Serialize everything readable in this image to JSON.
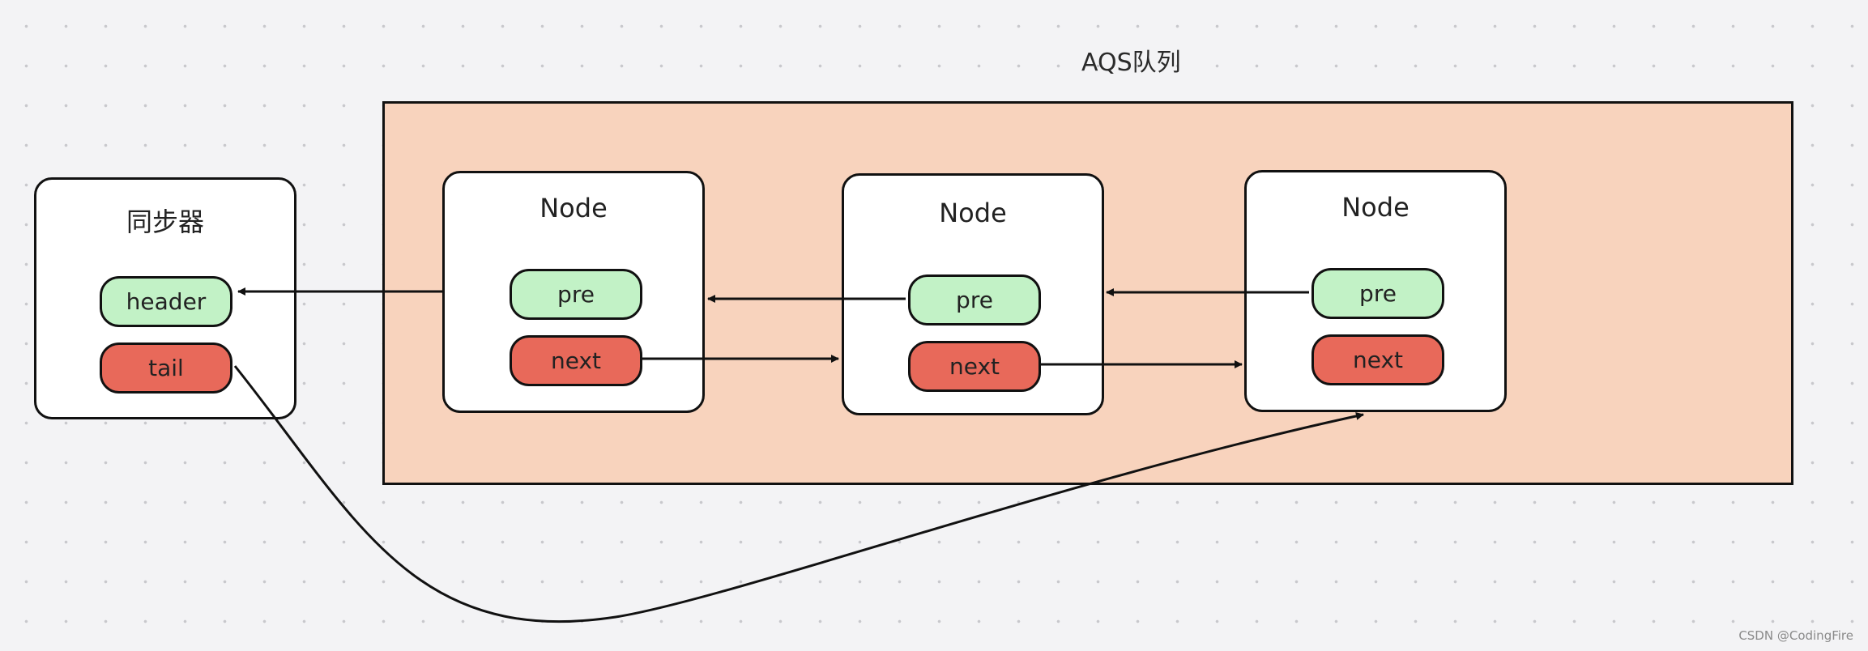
{
  "queue": {
    "title": "AQS队列"
  },
  "synchronizer": {
    "title": "同步器",
    "fields": {
      "header": "header",
      "tail": "tail"
    }
  },
  "nodes": [
    {
      "title": "Node",
      "fields": {
        "pre": "pre",
        "next": "next"
      }
    },
    {
      "title": "Node",
      "fields": {
        "pre": "pre",
        "next": "next"
      }
    },
    {
      "title": "Node",
      "fields": {
        "pre": "pre",
        "next": "next"
      }
    }
  ],
  "colors": {
    "queue_fill": "#f8d3bd",
    "pre_fill": "#c2f2c6",
    "next_fill": "#e8695a",
    "stroke": "#111111"
  },
  "watermark": "CSDN @CodingFire"
}
